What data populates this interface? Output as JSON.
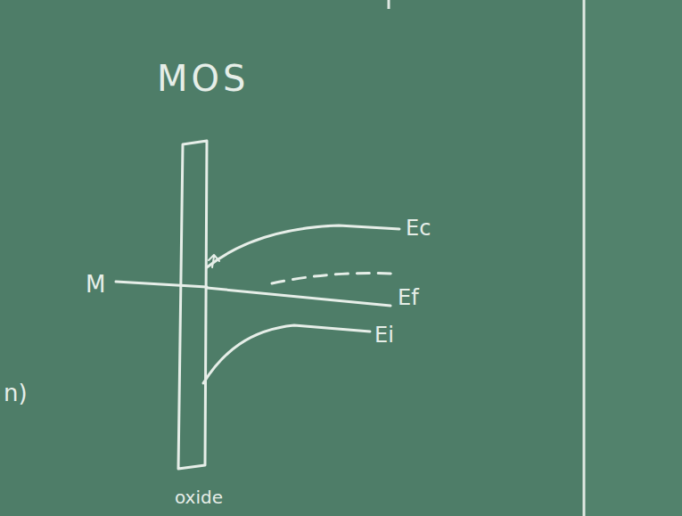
{
  "diagram": {
    "title": "MOS",
    "labels": [
      "M",
      "Ec",
      "Ef",
      "Ei",
      "oxide",
      "n)"
    ]
  }
}
